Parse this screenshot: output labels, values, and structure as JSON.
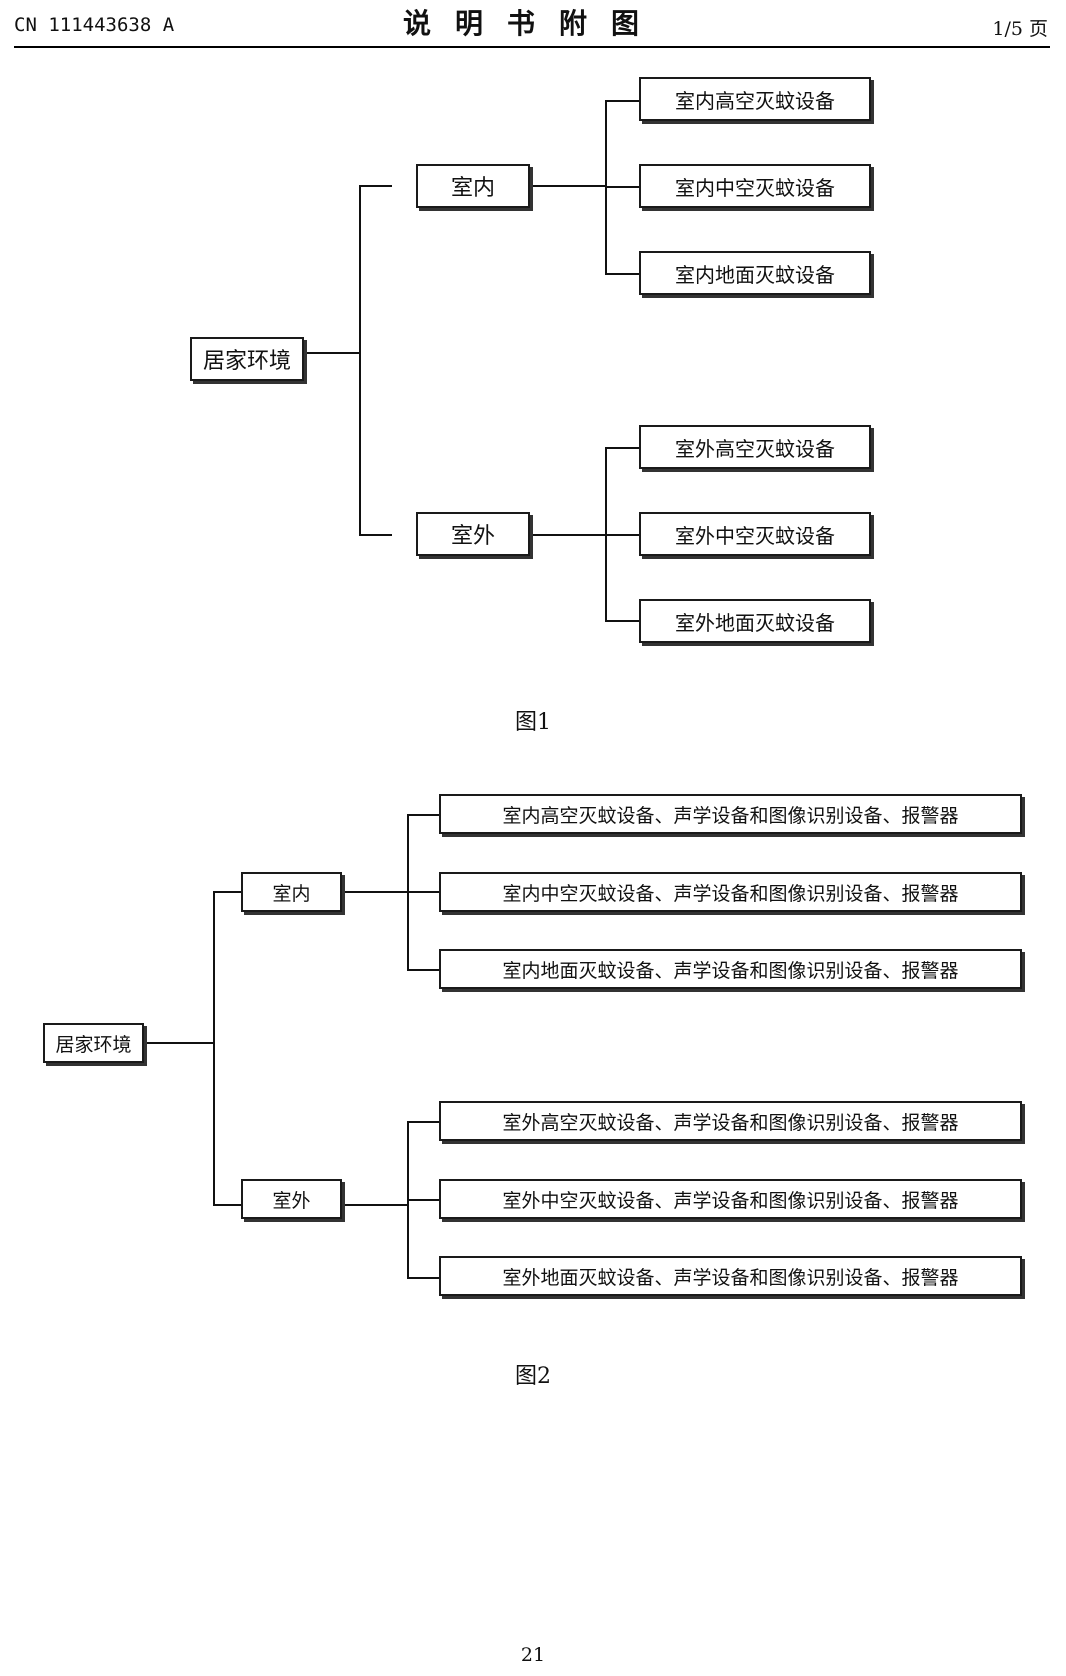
{
  "header": {
    "doc_number": "CN 111443638 A",
    "title": "说明书附图",
    "page": "1/5 页"
  },
  "fig1": {
    "root": "居家环境",
    "indoor": "室内",
    "outdoor": "室外",
    "indoor_items": [
      "室内高空灭蚊设备",
      "室内中空灭蚊设备",
      "室内地面灭蚊设备"
    ],
    "outdoor_items": [
      "室外高空灭蚊设备",
      "室外中空灭蚊设备",
      "室外地面灭蚊设备"
    ],
    "caption": "图1"
  },
  "fig2": {
    "root": "居家环境",
    "indoor": "室内",
    "outdoor": "室外",
    "indoor_items": [
      "室内高空灭蚊设备、声学设备和图像识别设备、报警器",
      "室内中空灭蚊设备、声学设备和图像识别设备、报警器",
      "室内地面灭蚊设备、声学设备和图像识别设备、报警器"
    ],
    "outdoor_items": [
      "室外高空灭蚊设备、声学设备和图像识别设备、报警器",
      "室外中空灭蚊设备、声学设备和图像识别设备、报警器",
      "室外地面灭蚊设备、声学设备和图像识别设备、报警器"
    ],
    "caption": "图2"
  },
  "footer": {
    "page_number": "21"
  }
}
